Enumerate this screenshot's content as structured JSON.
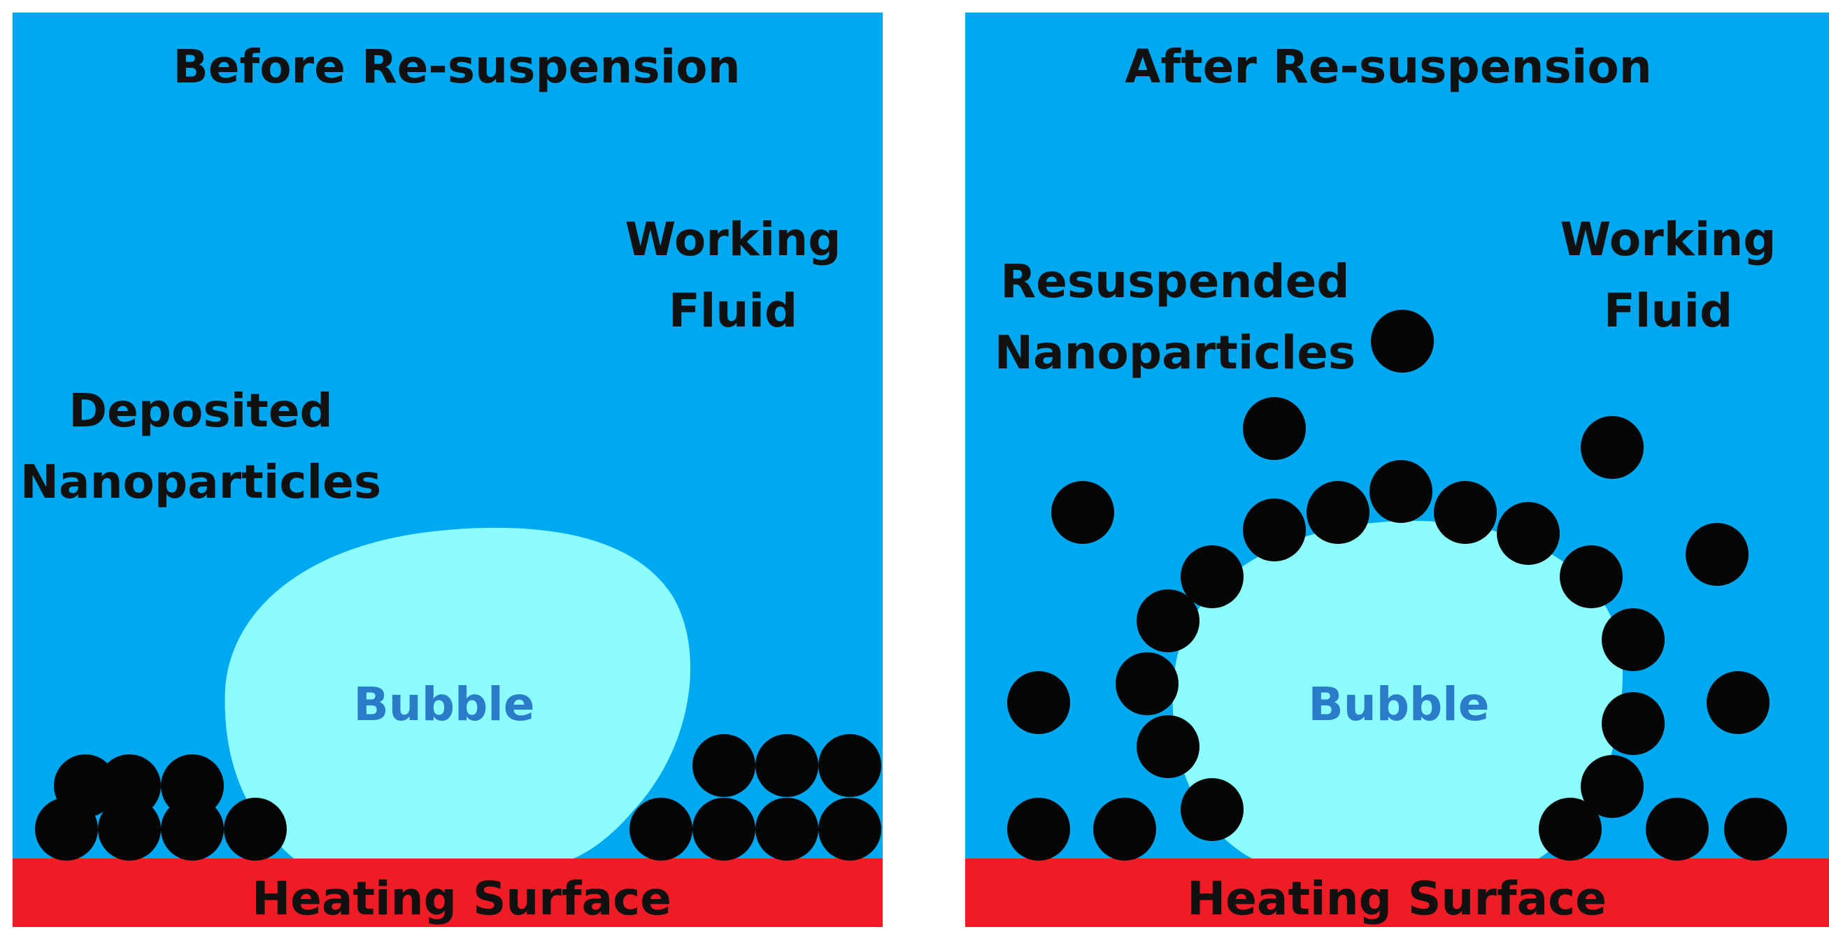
{
  "colors": {
    "fluid": "#00a8f0",
    "bubble": "#8cfcfc",
    "bubble_text": "#2a7bc8",
    "particle": "#050505",
    "heating_surface": "#ee1c25",
    "text": "#111111"
  },
  "left_panel": {
    "title": "Before Re-suspension",
    "fluid_label_line1": "Working",
    "fluid_label_line2": "Fluid",
    "particles_label_line1": "Deposited",
    "particles_label_line2": "Nanoparticles",
    "bubble_label": "Bubble",
    "surface_label": "Heating Surface"
  },
  "right_panel": {
    "title": "After Re-suspension",
    "fluid_label_line1": "Working",
    "fluid_label_line2": "Fluid",
    "particles_label_line1": "Resuspended",
    "particles_label_line2": "Nanoparticles",
    "bubble_label": "Bubble",
    "surface_label": "Heating Surface"
  }
}
